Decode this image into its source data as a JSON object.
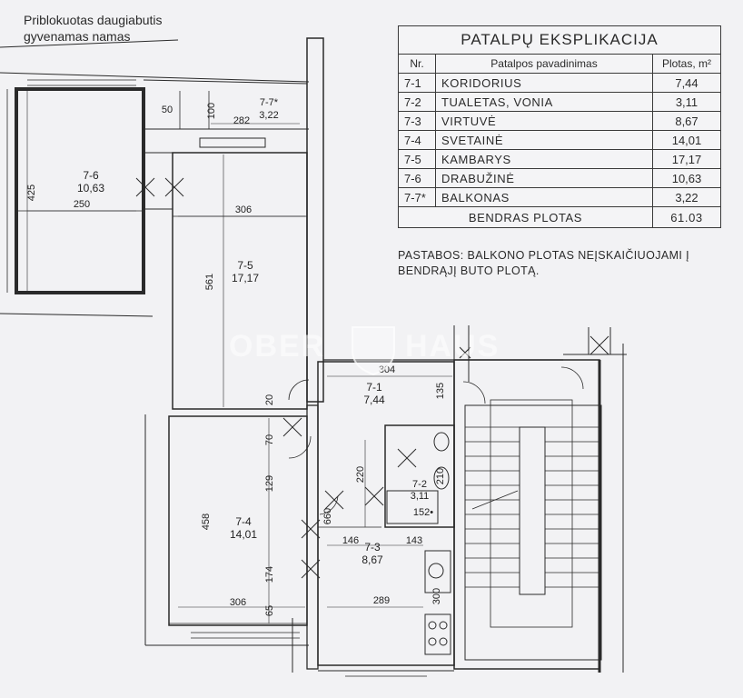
{
  "header": {
    "line1": "Priblokuotas daugiabutis",
    "line2": "gyvenamas namas"
  },
  "explication": {
    "title": "PATALPŲ EKSPLIKACIJA",
    "headers": {
      "nr": "Nr.",
      "name": "Patalpos pavadinimas",
      "area": "Plotas, m²"
    },
    "rows": [
      {
        "nr": "7-1",
        "name": "KORIDORIUS",
        "area": "7,44"
      },
      {
        "nr": "7-2",
        "name": "TUALETAS, VONIA",
        "area": "3,11"
      },
      {
        "nr": "7-3",
        "name": "VIRTUVĖ",
        "area": "8,67"
      },
      {
        "nr": "7-4",
        "name": "SVETAINĖ",
        "area": "14,01"
      },
      {
        "nr": "7-5",
        "name": "KAMBARYS",
        "area": "17,17"
      },
      {
        "nr": "7-6",
        "name": "DRABUŽINĖ",
        "area": "10,63"
      },
      {
        "nr": "7-7*",
        "name": "BALKONAS",
        "area": "3,22"
      }
    ],
    "total_label": "BENDRAS PLOTAS",
    "total_value": "61.03"
  },
  "notes": "PASTABOS: BALKONO PLOTAS NEĮSKAIČIUOJAMI Į BENDRĄJĮ BUTO PLOTĄ.",
  "watermark": {
    "left": "OBER",
    "right": "HAUS"
  },
  "plan": {
    "rooms": {
      "r76": {
        "code": "7-6",
        "area": "10,63"
      },
      "r77": {
        "code": "7-7*",
        "area": "3,22"
      },
      "r75": {
        "code": "7-5",
        "area": "17,17"
      },
      "r74": {
        "code": "7-4",
        "area": "14,01"
      },
      "r71": {
        "code": "7-1",
        "area": "7,44"
      },
      "r72": {
        "code": "7-2",
        "area": "3,11"
      },
      "r73": {
        "code": "7-3",
        "area": "8,67"
      }
    },
    "dims": {
      "d425": "425",
      "d250": "250",
      "d50": "50",
      "d100": "100",
      "d282": "282",
      "d306a": "306",
      "d561": "561",
      "d304": "304",
      "d135": "135",
      "d20": "20",
      "d70": "70",
      "d129": "129",
      "d458": "458",
      "d174": "174",
      "d65": "65",
      "d306b": "306",
      "d220": "220",
      "d210": "210",
      "d152": "152•",
      "d660": "660",
      "d146": "146",
      "d143": "143",
      "d289": "289",
      "d300": "300"
    }
  }
}
